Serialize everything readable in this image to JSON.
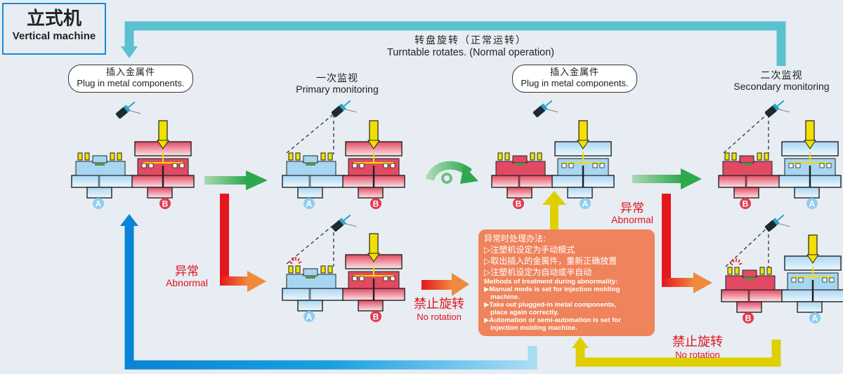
{
  "title": {
    "zh": "立式机",
    "en": "Vertical machine"
  },
  "top_loop": {
    "zh": "转盘旋转（正常运转）",
    "en": "Turntable rotates. (Normal operation)"
  },
  "stations": {
    "plug_in_1": {
      "zh": "插入金属件",
      "en": "Plug in metal components."
    },
    "primary": {
      "zh": "一次监视",
      "en": "Primary monitoring"
    },
    "plug_in_2": {
      "zh": "插入金属件",
      "en": "Plug in metal components."
    },
    "secondary": {
      "zh": "二次监视",
      "en": "Secondary monitoring"
    }
  },
  "abnormal": {
    "zh": "异常",
    "en": "Abnormal"
  },
  "no_rotation": {
    "zh": "禁止旋转",
    "en": "No rotation"
  },
  "mold_labels": {
    "a": "A",
    "b": "B"
  },
  "treatment": {
    "zh_title": "异常时处理办法:",
    "zh_items": [
      "▷注塑机设定为手动模式",
      "▷取出插入的金属件，重新正确放置",
      "▷注塑机设定为自动或半自动"
    ],
    "en_title": "Methods of treatment during abnormality:",
    "en_items": [
      {
        "l1": "▶Manual mode is set for injection molding",
        "l2": "machine."
      },
      {
        "l1": "▶Take out plugged-in metal components,",
        "l2": "place again correctly."
      },
      {
        "l1": "▶Automation or semi-automation is set for",
        "l2": "injection molding machine."
      }
    ]
  },
  "colors": {
    "loop_cyan": "#5bc0d0",
    "normal_green": "#2ea84f",
    "abnormal_red": "#e5161d",
    "abnormal_orange": "#f08a3c",
    "return_blue": "#0a84d6",
    "return_yellow": "#e0cf00",
    "mold_blue": "#bfe0f4",
    "mold_red": "#e8536a",
    "treatment_bg": "#ef835c"
  }
}
